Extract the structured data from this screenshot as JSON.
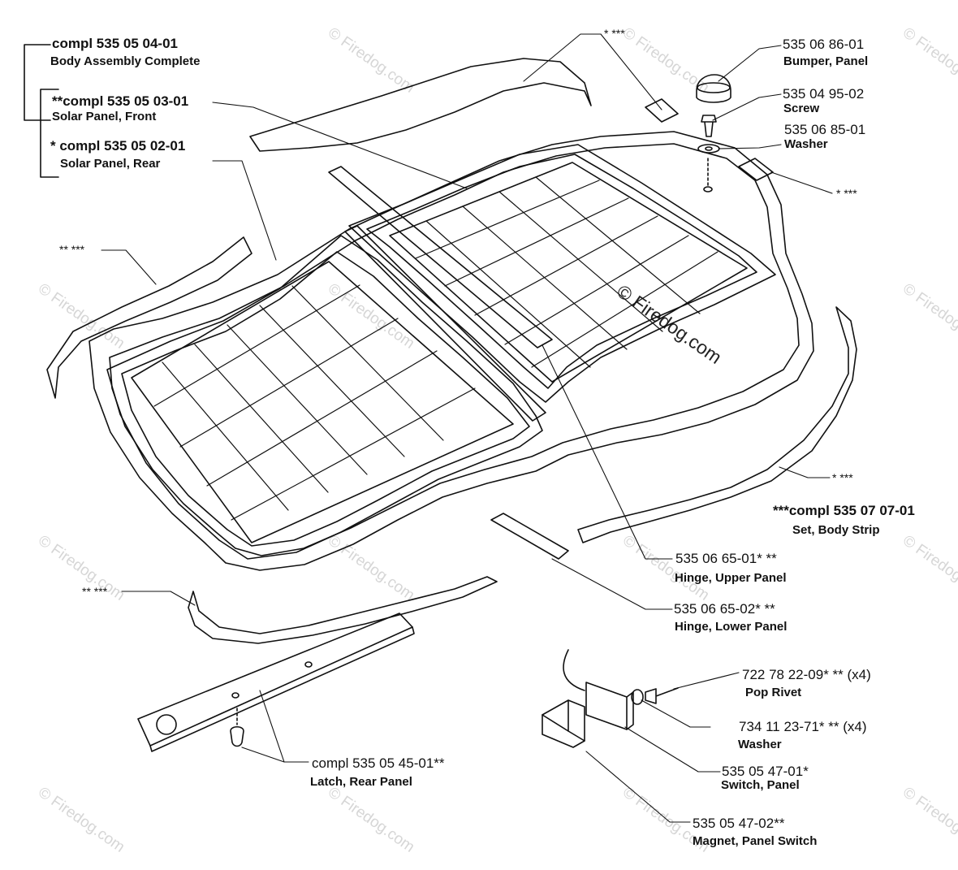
{
  "watermark": {
    "text": "© Firedog.com"
  },
  "callouts": [
    {
      "id": "body-assembly",
      "part": "compl 535 05 04-01",
      "name": "Body Assembly Complete"
    },
    {
      "id": "solar-front",
      "part": "**compl 535 05 03-01",
      "name": "Solar Panel, Front"
    },
    {
      "id": "solar-rear",
      "part": "* compl 535 05 02-01",
      "name": "Solar Panel, Rear"
    },
    {
      "id": "bumper",
      "part": "535 06 86-01",
      "name": "Bumper, Panel"
    },
    {
      "id": "screw",
      "part": "535 04 95-02",
      "name": "Screw"
    },
    {
      "id": "washer-top",
      "part": "535 06 85-01",
      "name": "Washer"
    },
    {
      "id": "body-strip-set",
      "part": "***compl 535 07 07-01",
      "name": "Set, Body Strip"
    },
    {
      "id": "hinge-upper",
      "part": "535 06 65-01* **",
      "name": "Hinge, Upper Panel"
    },
    {
      "id": "hinge-lower",
      "part": "535 06 65-02* **",
      "name": "Hinge, Lower Panel"
    },
    {
      "id": "pop-rivet",
      "part": "722 78 22-09* ** (x4)",
      "name": "Pop Rivet"
    },
    {
      "id": "washer-rivet",
      "part": "734 11 23-71* ** (x4)",
      "name": "Washer"
    },
    {
      "id": "switch-panel",
      "part": "535 05 47-01*",
      "name": "Switch, Panel"
    },
    {
      "id": "magnet",
      "part": "535 05 47-02**",
      "name": "Magnet, Panel Switch"
    },
    {
      "id": "latch",
      "part": "compl 535 05 45-01**",
      "name": "Latch, Rear Panel"
    }
  ],
  "strip_refs": [
    "* ***",
    "* ***",
    "* ***",
    "** ***",
    "** ***"
  ]
}
